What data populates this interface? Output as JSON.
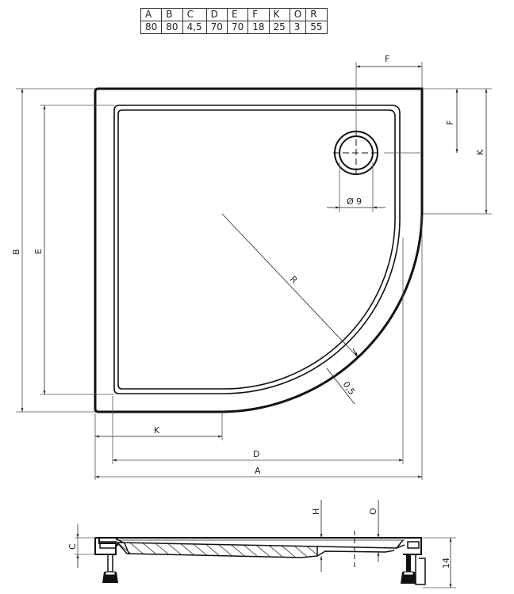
{
  "dimension_table": {
    "headers": [
      "A",
      "B",
      "C",
      "D",
      "E",
      "F",
      "K",
      "O",
      "R"
    ],
    "values": [
      "80",
      "80",
      "4,5",
      "70",
      "70",
      "18",
      "25",
      "3",
      "55"
    ]
  },
  "plan_view": {
    "labels": {
      "A": "A",
      "B": "B",
      "D": "D",
      "E": "E",
      "F_top": "F",
      "F_side": "F",
      "K_side": "K",
      "K_bottom": "K",
      "R": "R",
      "drain_diameter": "Ø 9",
      "rim_offset": "0,5"
    }
  },
  "section_view": {
    "labels": {
      "C": "C",
      "H": "H",
      "O": "O",
      "height": "14"
    }
  },
  "colors": {
    "line": "#111111",
    "dim_line": "#555555",
    "hatch": "#222222"
  }
}
